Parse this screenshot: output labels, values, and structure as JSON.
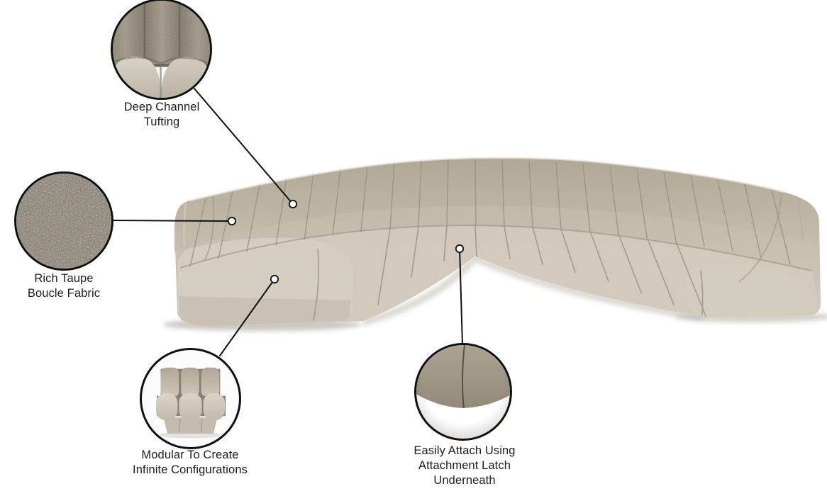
{
  "callouts": [
    {
      "id": "deep-channel-tufting",
      "lines": [
        "Deep Channel",
        "Tufting"
      ]
    },
    {
      "id": "rich-taupe-boucle",
      "lines": [
        "Rich Taupe",
        "Boucle Fabric"
      ]
    },
    {
      "id": "modular-configurations",
      "lines": [
        "Modular To Create",
        "Infinite Configurations"
      ]
    },
    {
      "id": "attachment-latch",
      "lines": [
        "Easily Attach Using",
        "Attachment Latch",
        "Underneath"
      ]
    }
  ],
  "colors": {
    "outline": "#111111",
    "fabric_light": "#d6d0c3",
    "fabric_mid": "#c7bfb0",
    "fabric_dark": "#a79d8d",
    "swatch_base": "#877f72",
    "label_text": "#1d1d1d"
  }
}
